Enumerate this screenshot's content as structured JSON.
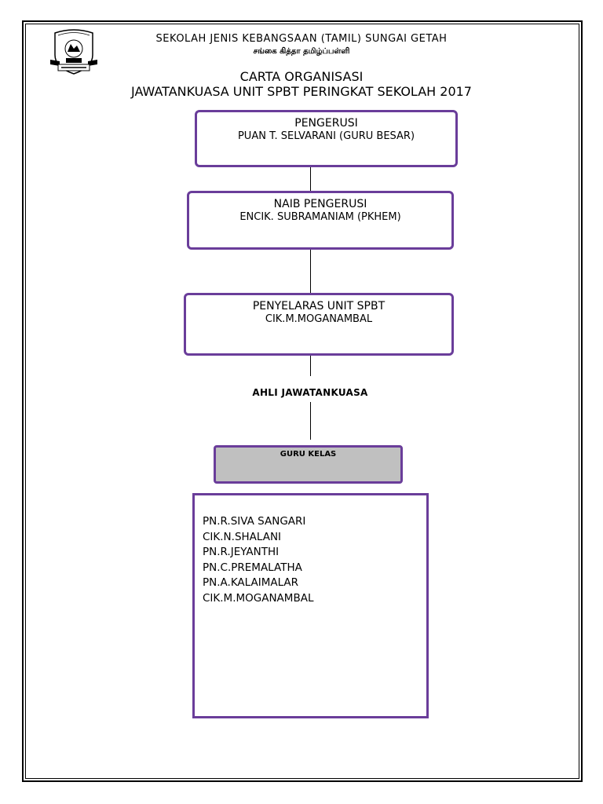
{
  "header": {
    "school_name": "SEKOLAH JENIS KEBANGSAAN (TAMIL) SUNGAI GETAH",
    "school_name_tamil": "சங்கை கித்தா தமிழ்ப்பள்ளி",
    "title_line1": "CARTA ORGANISASI",
    "title_line2": "JAWATANKUASA UNIT SPBT PERINGKAT SEKOLAH 2017"
  },
  "chart": {
    "nodes": [
      {
        "role": "PENGERUSI",
        "person": "PUAN T. SELVARANI (GURU BESAR)"
      },
      {
        "role": "NAIB PENGERUSI",
        "person": "ENCIK. SUBRAMANIAM (PKHEM)"
      },
      {
        "role": "PENYELARAS UNIT SPBT",
        "person": "CIK.M.MOGANAMBAL"
      }
    ],
    "committee_label": "AHLI JAWATANKUASA",
    "group_label": "GURU KELAS",
    "members": [
      "PN.R.SIVA SANGARI",
      "CIK.N.SHALANI",
      "PN.R.JEYANTHI",
      "PN.C.PREMALATHA",
      "PN.A.KALAIMALAR",
      "CIK.M.MOGANAMBAL"
    ]
  },
  "colors": {
    "box_border": "#6a3d9a",
    "group_fill": "#c0c0c0",
    "frame": "#000000"
  },
  "icons": {
    "logo": "school-crest-icon"
  }
}
